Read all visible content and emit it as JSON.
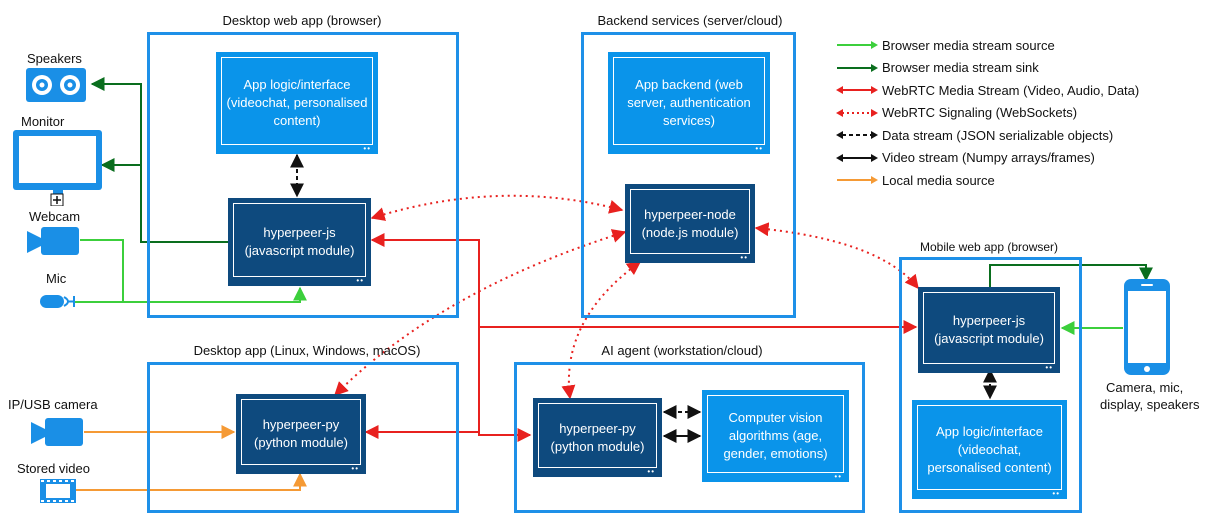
{
  "containers": {
    "desktop_web": "Desktop web app (browser)",
    "backend": "Backend services (server/cloud)",
    "mobile_web": "Mobile web app (browser)",
    "desktop_app": "Desktop app (Linux, Windows, macOS)",
    "ai_agent": "AI agent (workstation/cloud)"
  },
  "boxes": {
    "app_logic_desktop": "App logic/interface (videochat, personalised content)",
    "hyperpeer_js_desktop": "hyperpeer-js (javascript module)",
    "app_backend": "App backend (web server, authentication services)",
    "hyperpeer_node": "hyperpeer-node (node.js module)",
    "hyperpeer_js_mobile": "hyperpeer-js (javascript module)",
    "app_logic_mobile": "App logic/interface (videochat, personalised content)",
    "hyperpeer_py_desktop": "hyperpeer-py (python module)",
    "hyperpeer_py_ai": "hyperpeer-py (python module)",
    "cv_algorithms": "Computer vision algorithms (age, gender, emotions)"
  },
  "devices": {
    "speakers": "Speakers",
    "monitor": "Monitor",
    "webcam": "Webcam",
    "mic": "Mic",
    "ip_camera": "IP/USB camera",
    "stored_video": "Stored video",
    "phone_caption_1": "Camera, mic,",
    "phone_caption_2": "display, speakers"
  },
  "legend": [
    {
      "label": "Browser media stream source",
      "color": "#3ccf3c",
      "style": "solid-single"
    },
    {
      "label": "Browser media stream sink",
      "color": "#0a6e1e",
      "style": "solid-single"
    },
    {
      "label": "WebRTC Media Stream (Video, Audio, Data)",
      "color": "#e8211f",
      "style": "solid-double"
    },
    {
      "label": "WebRTC Signaling (WebSockets)",
      "color": "#e8211f",
      "style": "dotted-double"
    },
    {
      "label": "Data stream (JSON serializable objects)",
      "color": "#111111",
      "style": "dashed-double"
    },
    {
      "label": "Video stream (Numpy arrays/frames)",
      "color": "#111111",
      "style": "solid-double"
    },
    {
      "label": "Local media source",
      "color": "#f59a35",
      "style": "solid-single"
    }
  ],
  "colors": {
    "container_border": "#1e90e8",
    "box_light": "#0a94ea",
    "box_dark": "#0e4a7e",
    "device_blue": "#1a8fe6"
  }
}
